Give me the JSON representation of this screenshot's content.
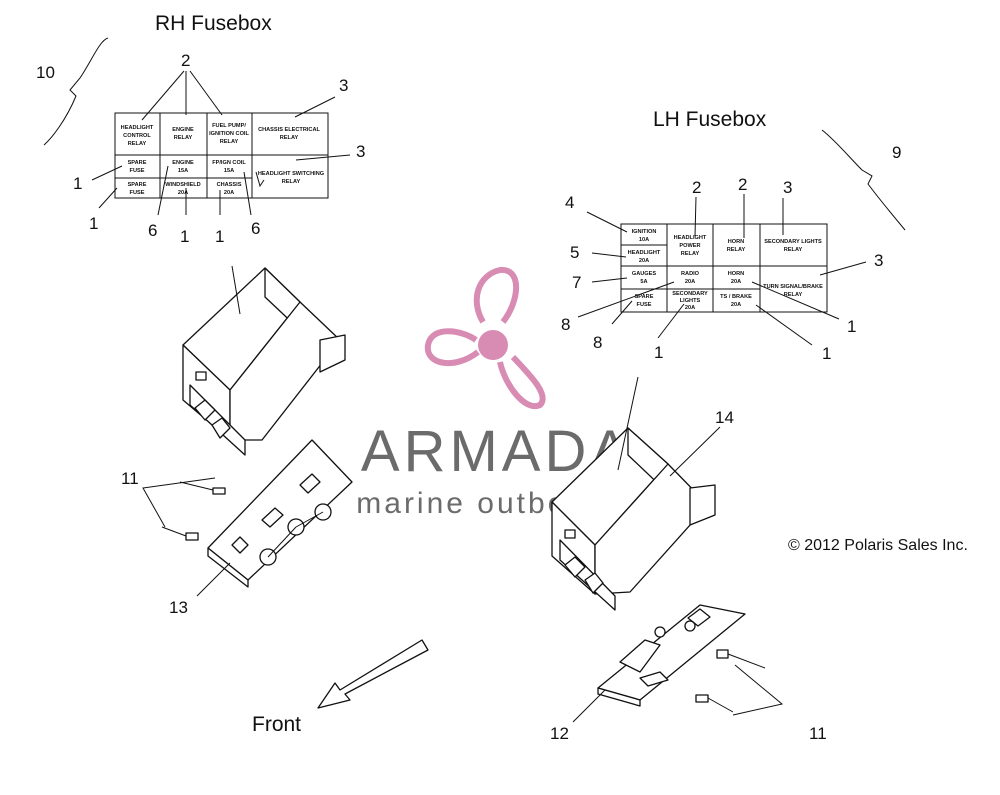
{
  "titles": {
    "rh": "RH Fusebox",
    "lh": "LH Fusebox",
    "front": "Front",
    "copyright": "© 2012 Polaris Sales Inc."
  },
  "watermark": {
    "brand": "ARMADA",
    "tagline": "marine outboards",
    "color": "#d98cb3",
    "text_color": "#6b6b6b"
  },
  "rh_fusebox_cells": [
    [
      "HEADLIGHT",
      "CONTROL",
      "RELAY"
    ],
    [
      "ENGINE",
      "RELAY"
    ],
    [
      "FUEL PUMP/",
      "IGNITION COIL",
      "RELAY"
    ],
    [
      "CHASSIS ELECTRICAL",
      "RELAY"
    ],
    [
      "SPARE",
      "FUSE"
    ],
    [
      "ENGINE",
      "15A"
    ],
    [
      "FP/IGN COIL",
      "15A"
    ],
    [
      "HEADLIGHT SWITCHING",
      "RELAY"
    ],
    [
      "SPARE",
      "FUSE"
    ],
    [
      "WINDSHIELD",
      "20A"
    ],
    [
      "CHASSIS",
      "20A"
    ]
  ],
  "lh_fusebox_cells": [
    [
      "IGNITION",
      "10A"
    ],
    [
      "HEADLIGHT",
      "POWER",
      "RELAY"
    ],
    [
      "HORN",
      "RELAY"
    ],
    [
      "SECONDARY LIGHTS",
      "RELAY"
    ],
    [
      "HEADLIGHT",
      "20A"
    ],
    [
      "GAUGES",
      "5A"
    ],
    [
      "RADIO",
      "20A"
    ],
    [
      "HORN",
      "20A"
    ],
    [
      "TURN SIGNAL/BRAKE",
      "RELAY"
    ],
    [
      "SPARE",
      "FUSE"
    ],
    [
      "SECONDARY",
      "LIGHTS",
      "20A"
    ],
    [
      "TS / BRAKE",
      "20A"
    ]
  ],
  "callouts": [
    "10",
    "2",
    "3",
    "3",
    "1",
    "1",
    "6",
    "1",
    "1",
    "6",
    "9",
    "4",
    "2",
    "2",
    "3",
    "5",
    "3",
    "7",
    "8",
    "1",
    "8",
    "1",
    "1",
    "14",
    "11",
    "13",
    "12",
    "11"
  ]
}
